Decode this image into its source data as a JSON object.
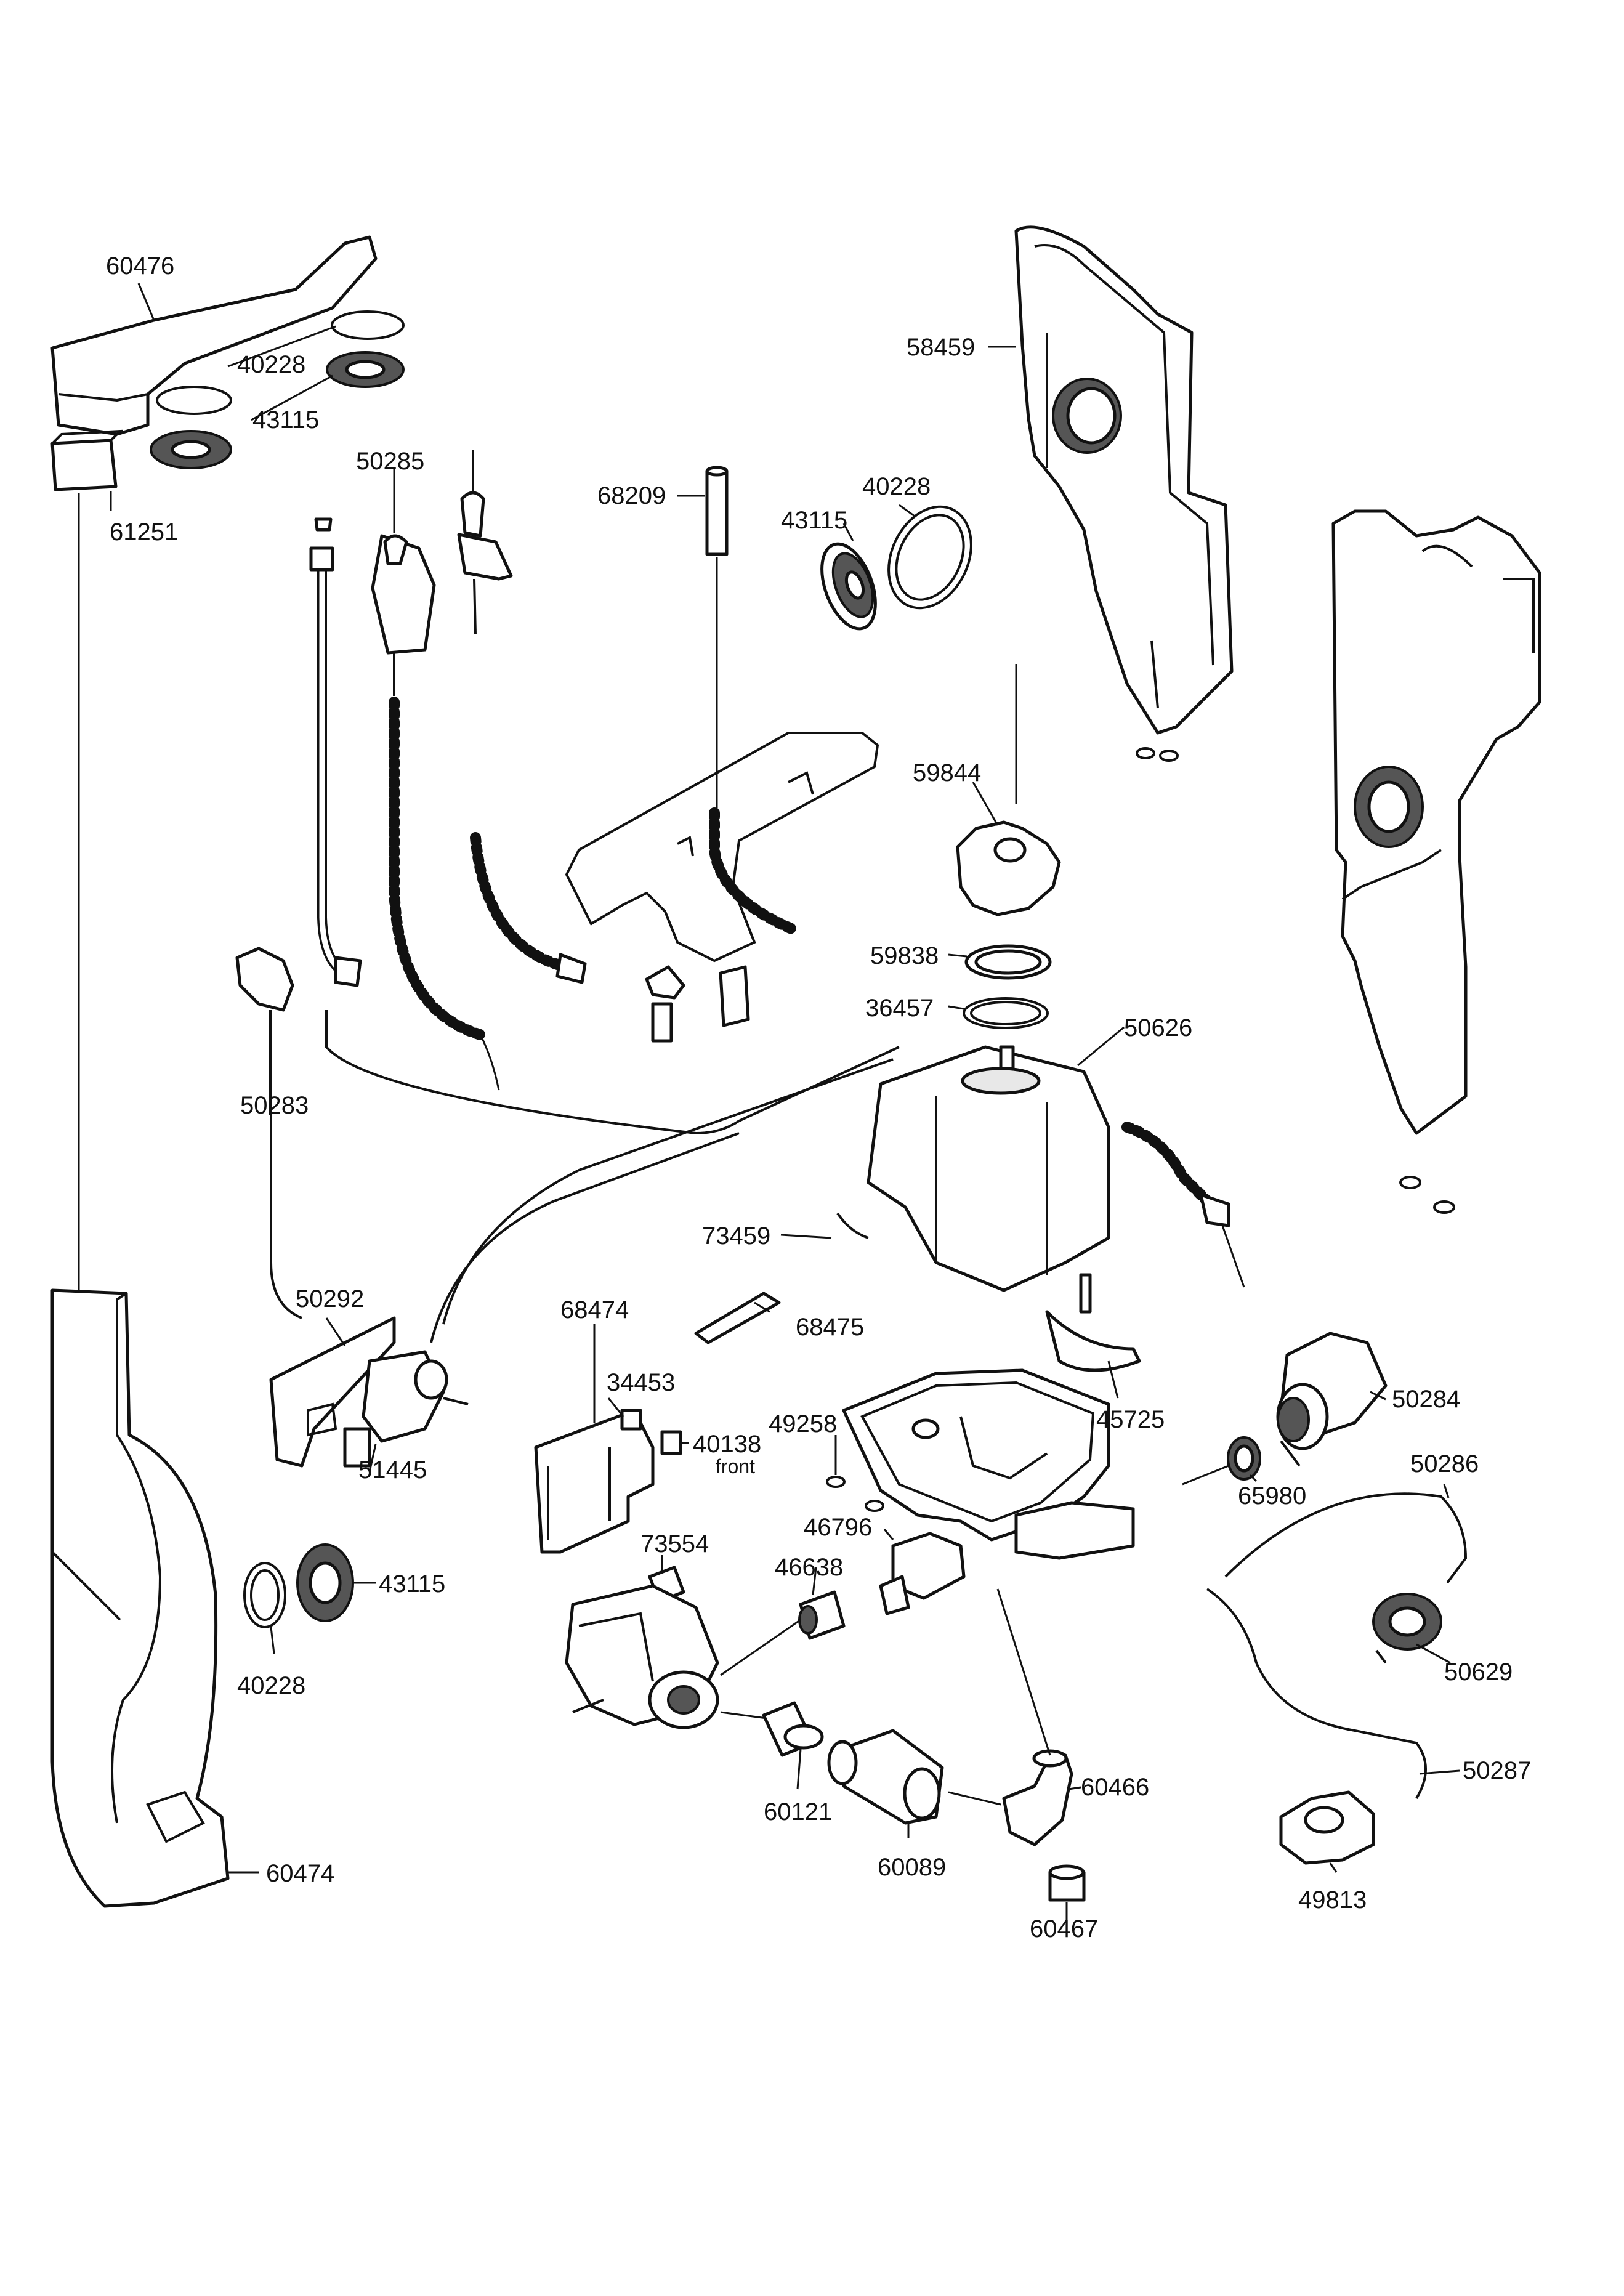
{
  "labels": {
    "l60476": "60476",
    "l40228a": "40228",
    "l43115a": "43115",
    "l61251": "61251",
    "l50285": "50285",
    "l68209": "68209",
    "l43115b": "43115",
    "l40228b": "40228",
    "l58459": "58459",
    "l59844": "59844",
    "l59838": "59838",
    "l36457": "36457",
    "l50626": "50626",
    "l50283": "50283",
    "l73459": "73459",
    "l50292": "50292",
    "l51445": "51445",
    "l68474": "68474",
    "l68475": "68475",
    "l34453": "34453",
    "l40138": "40138",
    "l40138note": "front",
    "l49258": "49258",
    "l45725": "45725",
    "l50284": "50284",
    "l65980": "65980",
    "l50286": "50286",
    "l46796": "46796",
    "l46638": "46638",
    "l73554": "73554",
    "l43115c": "43115",
    "l40228c": "40228",
    "l50629": "50629",
    "l50287": "50287",
    "l60466": "60466",
    "l60121": "60121",
    "l60089": "60089",
    "l60474": "60474",
    "l60467": "60467",
    "l49813": "49813"
  },
  "colors": {
    "line": "#111111",
    "background": "#ffffff",
    "fill_light": "#e8e8e8"
  }
}
